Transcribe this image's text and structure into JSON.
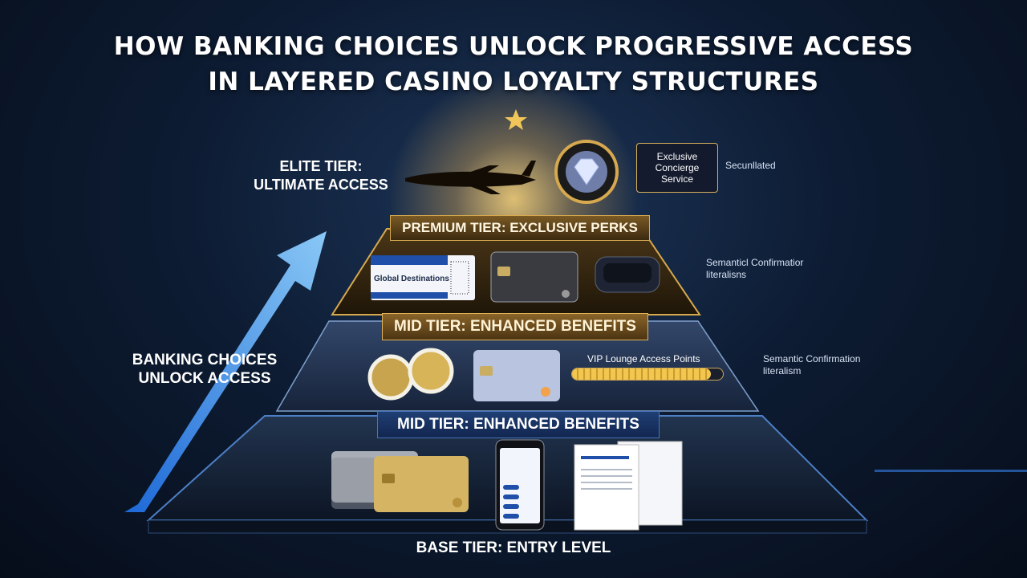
{
  "title": {
    "line1": "HOW BANKING CHOICES UNLOCK PROGRESSIVE ACCESS",
    "line2": "IN LAYERED CASINO LOYALTY STRUCTURES"
  },
  "elite": {
    "line1": "ELITE TIER:",
    "line2": "ULTIMATE ACCESS"
  },
  "concierge": {
    "line1": "Exclusive",
    "line2": "Concierge",
    "line3": "Service"
  },
  "notes": {
    "top": "Secunllated",
    "right1_line1": "Semanticl Confirmatior",
    "right1_line2": "literalisns",
    "right2_line1": "Semantic Confirmation",
    "right2_line2": "literalism"
  },
  "tiers": {
    "premium": "PREMIUM TIER: EXCLUSIVE PERKS",
    "mid_upper": "MID TIER: ENHANCED BENEFITS",
    "mid_lower": "MID TIER: ENHANCED BENEFITS",
    "base": "BASE TIER: ENTRY LEVEL"
  },
  "side": {
    "line1": "BANKING CHOICES",
    "line2": "UNLOCK ACCESS"
  },
  "vip": {
    "label": "VIP Lounge Access Points",
    "progress": 0.92
  },
  "ticket": {
    "line1": "Global Destinations"
  },
  "colors": {
    "gold": "#d7a94f",
    "blue": "#3d8cff",
    "navy": "#0d1c33"
  }
}
